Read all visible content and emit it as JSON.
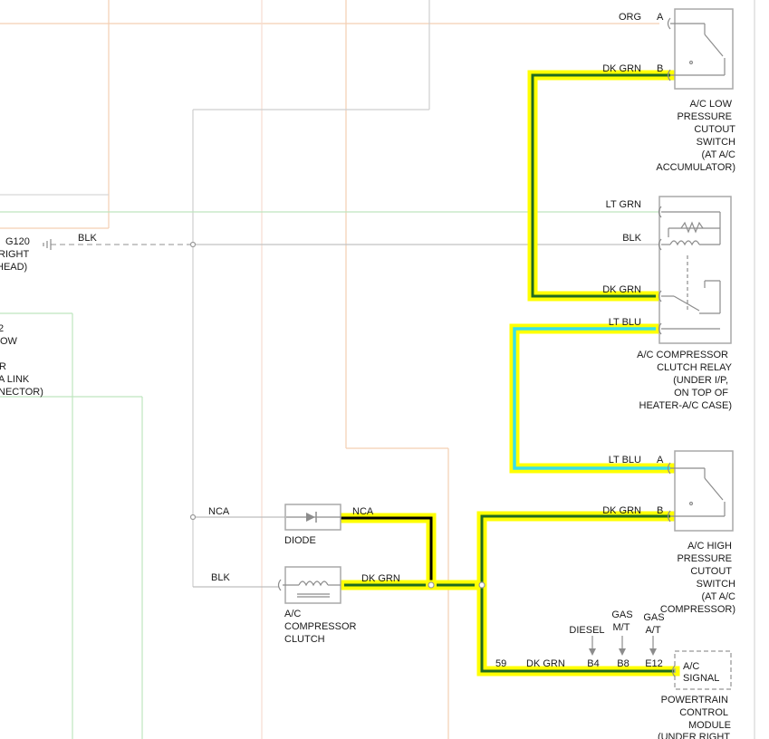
{
  "wire_labels": {
    "org": "ORG",
    "dk_grn": "DK GRN",
    "lt_grn": "LT GRN",
    "blk": "BLK",
    "lt_blu": "LT BLU",
    "nca": "NCA"
  },
  "pins": {
    "a": "A",
    "b": "B",
    "b4": "B4",
    "b8": "B8",
    "e12": "E12",
    "pin59": "59"
  },
  "ground": {
    "line1": "G120",
    "line2": "RIGHT",
    "line3": "HEAD)"
  },
  "left_fragment": {
    "line1": "2",
    "line2": "OW",
    "line3": "R",
    "line4": "A LINK",
    "line5": "NECTOR)"
  },
  "low_switch": [
    "A/C LOW",
    "PRESSURE",
    "CUTOUT",
    "SWITCH",
    "(AT A/C",
    "ACCUMULATOR)"
  ],
  "relay": [
    "A/C COMPRESSOR",
    "CLUTCH RELAY",
    "(UNDER I/P,",
    "ON TOP OF",
    "HEATER-A/C CASE)"
  ],
  "high_switch": [
    "A/C HIGH",
    "PRESSURE",
    "CUTOUT",
    "SWITCH",
    "(AT A/C",
    "COMPRESSOR)"
  ],
  "diode": "DIODE",
  "clutch": [
    "A/C",
    "COMPRESSOR",
    "CLUTCH"
  ],
  "variants": {
    "diesel": "DIESEL",
    "gas_mt_1": "GAS",
    "gas_mt_2": "M/T",
    "gas_at_1": "GAS",
    "gas_at_2": "A/T"
  },
  "ac_signal": [
    "A/C",
    "SIGNAL"
  ],
  "pcm": [
    "POWERTRAIN",
    "CONTROL",
    "MODULE",
    "(UNDER RIGHT"
  ],
  "colors": {
    "highlight": "#ffff00",
    "dk_grn_wire": "#1f6b1f",
    "lt_blu_wire": "#38e0e8",
    "nca_wire": "#000000",
    "orange_trace": "#f3c9a8",
    "green_trace": "#bfe5bf"
  }
}
